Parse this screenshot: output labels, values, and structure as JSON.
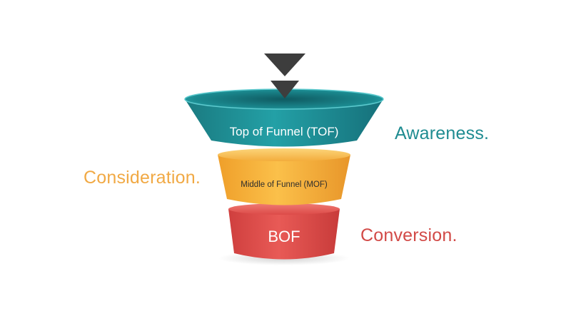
{
  "funnel": {
    "stages": [
      {
        "text": "Top of Funnel (TOF)",
        "side_label": "Awareness.",
        "color": "#1f9196",
        "label_color": "#1f8c91"
      },
      {
        "text": "Middle of Funnel (MOF)",
        "side_label": "Consideration.",
        "color": "#f7b137",
        "label_color": "#f1a944"
      },
      {
        "text": "BOF",
        "side_label": "Conversion.",
        "color": "#e2504e",
        "label_color": "#d24a47"
      }
    ],
    "arrow": {
      "icon": "double-down-triangle-icon",
      "color": "#3d3d3d"
    }
  }
}
